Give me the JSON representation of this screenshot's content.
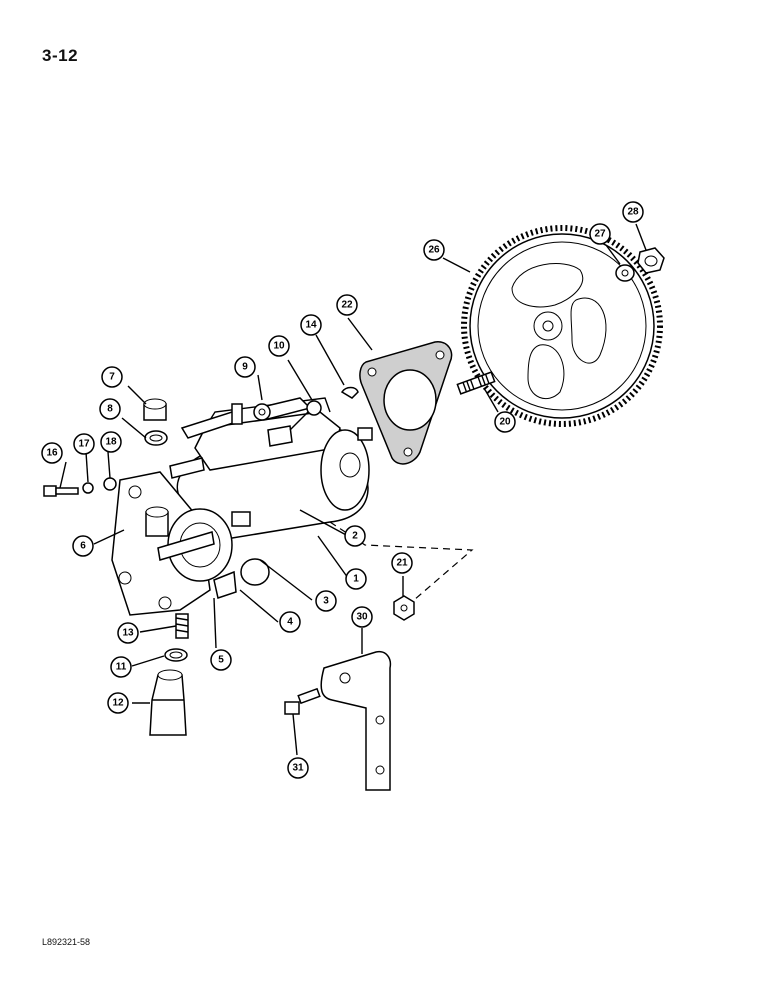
{
  "page": {
    "number": "3-12",
    "figure_code": "L892321-58"
  },
  "callouts": [
    {
      "label": "1"
    },
    {
      "label": "2"
    },
    {
      "label": "3"
    },
    {
      "label": "4"
    },
    {
      "label": "5"
    },
    {
      "label": "6"
    },
    {
      "label": "7"
    },
    {
      "label": "8"
    },
    {
      "label": "9"
    },
    {
      "label": "10"
    },
    {
      "label": "11"
    },
    {
      "label": "12"
    },
    {
      "label": "13"
    },
    {
      "label": "14"
    },
    {
      "label": "16"
    },
    {
      "label": "17"
    },
    {
      "label": "18"
    },
    {
      "label": "20"
    },
    {
      "label": "21"
    },
    {
      "label": "22"
    },
    {
      "label": "26"
    },
    {
      "label": "27"
    },
    {
      "label": "28"
    },
    {
      "label": "30"
    },
    {
      "label": "31"
    }
  ],
  "parts": [
    "injection-pump-body",
    "pump-gear",
    "gear-washer",
    "gear-nut",
    "mounting-gasket",
    "gear-stud",
    "key",
    "fitting",
    "seal-ring",
    "bolt",
    "washer",
    "lock-washer",
    "spring",
    "bracket",
    "bracket-bolt",
    "nut"
  ]
}
